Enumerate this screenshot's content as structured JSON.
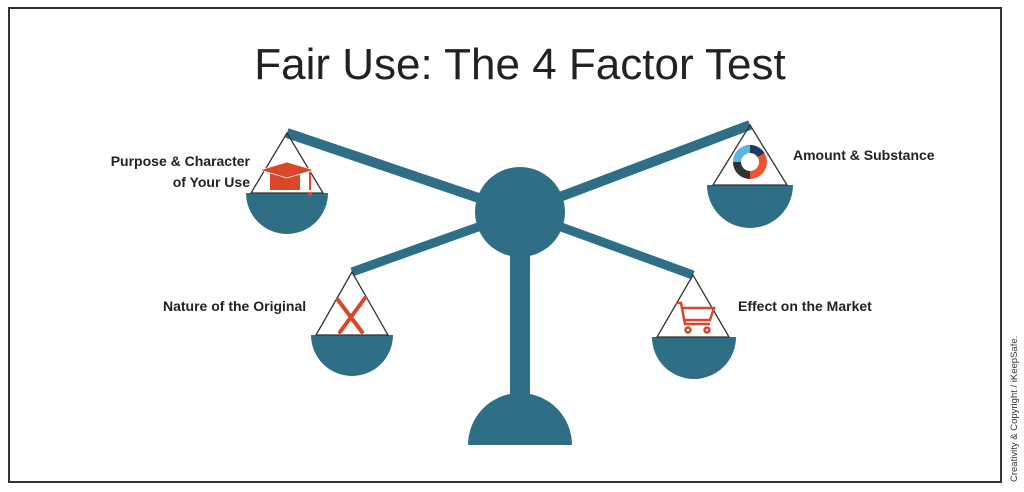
{
  "title": "Fair Use: The 4 Factor Test",
  "factors": [
    {
      "label_line1": "Purpose & Character",
      "label_line2": "of Your Use",
      "icon": "graduation-cap-icon"
    },
    {
      "label": "Amount & Substance",
      "icon": "donut-chart-icon"
    },
    {
      "label": "Nature of the Original",
      "icon": "brush-pencil-icon"
    },
    {
      "label": "Effect on the Market",
      "icon": "shopping-cart-icon"
    }
  ],
  "credit": "Creativity & Copyright / iKeepSafe.",
  "colors": {
    "scale": "#2e6e87",
    "icon_red": "#d9472b",
    "text": "#222222"
  }
}
